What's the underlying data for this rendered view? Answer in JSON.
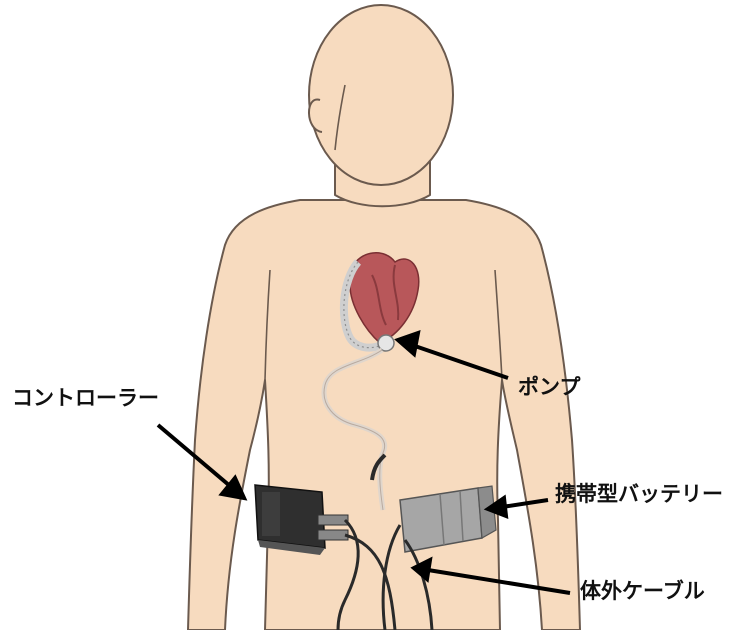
{
  "labels": {
    "controller": "コントローラー",
    "pump": "ポンプ",
    "battery": "携帯型バッテリー",
    "cable": "体外ケーブル"
  },
  "colors": {
    "skin": "#f7dbbf",
    "outline": "#6b5a4e",
    "heart": "#b8575a",
    "controller": "#2f2f2f",
    "battery": "#9a9a9a",
    "arrow": "#000000"
  },
  "icons": {
    "figure": "human-torso-illustration",
    "heart": "heart-with-lvad",
    "controller": "lvad-controller-device",
    "battery": "portable-battery-pack"
  }
}
